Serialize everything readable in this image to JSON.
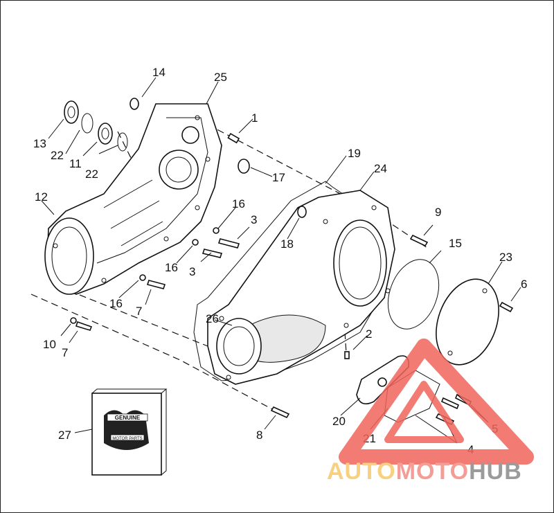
{
  "part_labels": [
    "1",
    "2",
    "3",
    "3",
    "4",
    "5",
    "6",
    "7",
    "7",
    "8",
    "9",
    "10",
    "11",
    "12",
    "13",
    "14",
    "15",
    "16",
    "16",
    "16",
    "17",
    "18",
    "19",
    "20",
    "21",
    "22",
    "22",
    "23",
    "24",
    "25",
    "26",
    "27"
  ],
  "booklet": {
    "line1": "GENUINE",
    "line2": "MOTOR PARTS"
  },
  "watermark": {
    "part1": "AUTO",
    "part2": "MOTO",
    "part3": "HUB",
    "colors": {
      "auto": "#f6c86a",
      "moto": "#f28c84",
      "hub": "#8a8a8a",
      "triangle": "#f0655c"
    }
  }
}
